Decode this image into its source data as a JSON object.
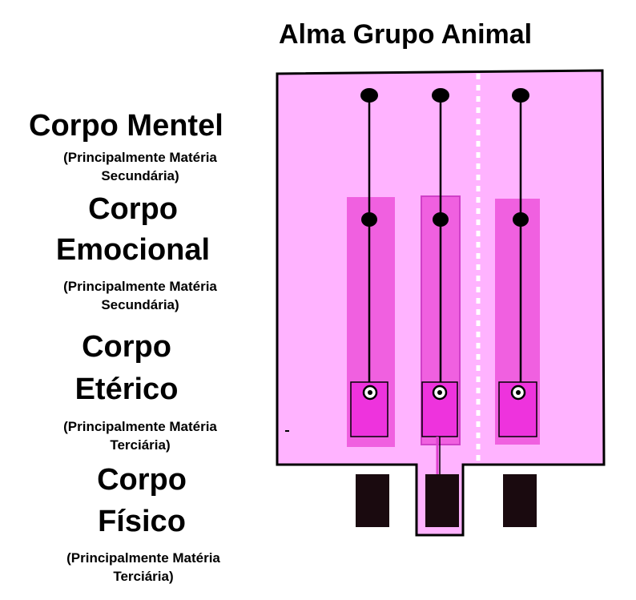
{
  "title": "Alma Grupo Animal",
  "bodies": [
    {
      "name_line1": "Corpo Mentel",
      "name_line2": "",
      "sub_line1": "(Principalmente Matéria",
      "sub_line2": "Secundária)"
    },
    {
      "name_line1": "Corpo",
      "name_line2": "Emocional",
      "sub_line1": "(Principalmente Matéria",
      "sub_line2": "Secundária)"
    },
    {
      "name_line1": "Corpo",
      "name_line2": "Etérico",
      "sub_line1": "(Principalmente Matéria",
      "sub_line2": "Terciária)"
    },
    {
      "name_line1": "Corpo",
      "name_line2": "Físico",
      "sub_line1": "(Principalmente Matéria",
      "sub_line2": "Terciária)"
    }
  ],
  "colors": {
    "soul_fill": "#ffb3ff",
    "column_fill": "#f060e0",
    "box_fill": "#ee33dd",
    "dense_block": "#1a0a0f",
    "line": "#000000"
  }
}
